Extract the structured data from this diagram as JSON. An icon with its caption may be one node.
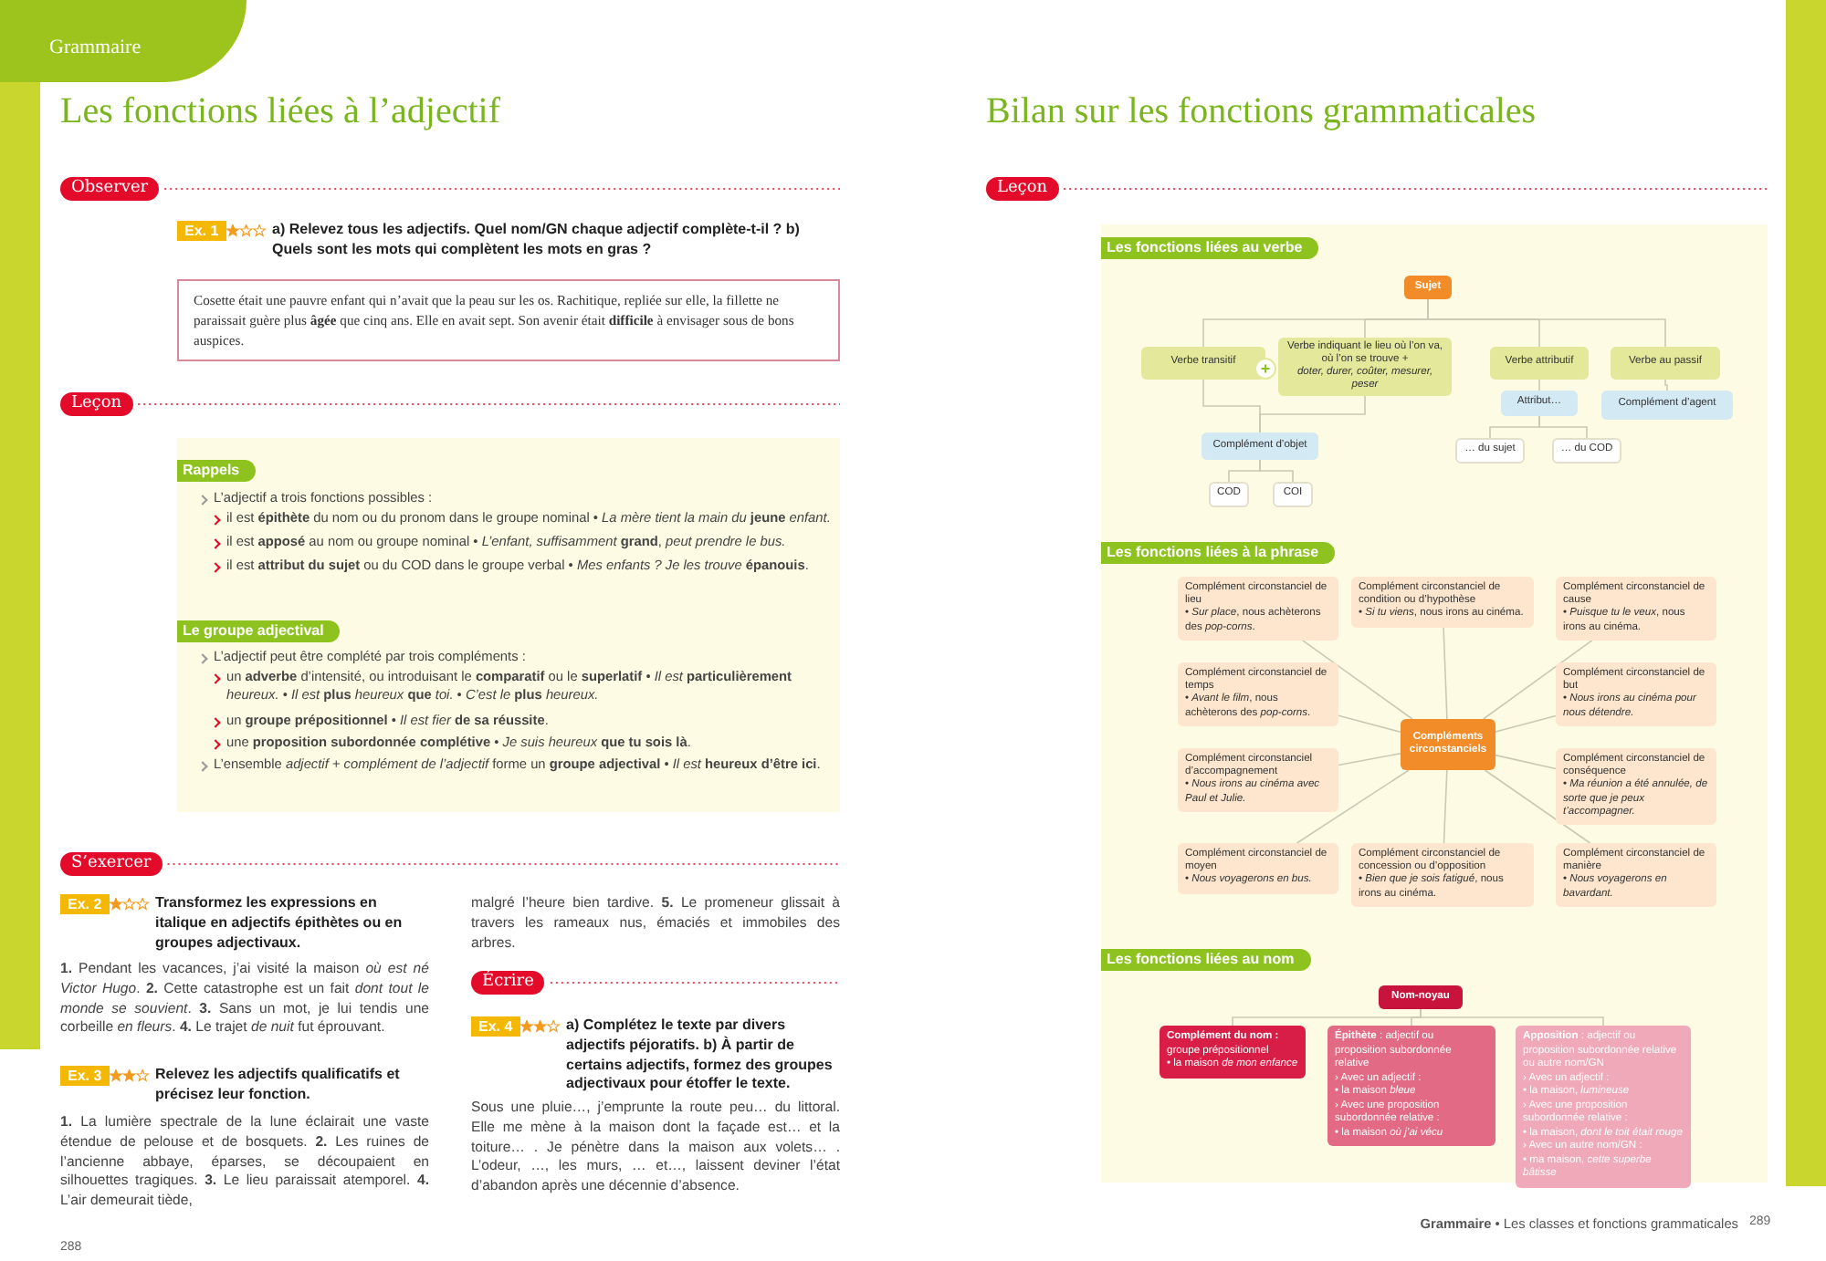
{
  "diagram": {
    "nodes": [
      {
        "text": [
          "Grammaire"
        ]
      },
      {
        "text": [
          "Observer"
        ]
      },
      {
        "text": [
          "Ex. 1"
        ]
      },
      {
        "text": [
          "Cosette était une pauvre enfant qui n’avait que la peau sur les os. Rachitique, repliée sur elle, la fillette ne paraissait guère plus **âgée** que cinq ans. Elle en avait sept. Son avenir était **difficile** à envisager sous de bons auspices."
        ]
      },
      {
        "text": [
          "Leçon"
        ]
      },
      {
        "text": [
          "Rappels"
        ]
      },
      {
        "text": [
          "Le groupe adjectival"
        ]
      },
      {
        "text": [
          "S’exercer"
        ]
      },
      {
        "text": [
          "Ex. 2"
        ]
      },
      {
        "text": [
          "Ex. 3"
        ]
      },
      {
        "text": [
          "Écrire"
        ]
      },
      {
        "text": [
          "Ex. 4"
        ]
      },
      {
        "text": [
          "Leçon"
        ]
      },
      {
        "text": [
          "Les fonctions liées au verbe"
        ]
      },
      {
        "text": [
          "Sujet"
        ]
      },
      {
        "text": [
          "Verbe transitif"
        ]
      },
      {
        "text": [
          "Verbe indiquant le lieu où l’on va, où l’on se trouve + *doter, durer, coûter, mesurer, peser*"
        ]
      },
      {
        "text": [
          "Verbe attributif"
        ]
      },
      {
        "text": [
          "Verbe au passif"
        ]
      },
      {
        "text": [
          "Attribut…"
        ]
      },
      {
        "text": [
          "Complément d’agent"
        ]
      },
      {
        "text": [
          "Complément d’objet"
        ]
      },
      {
        "text": [
          "… du sujet"
        ]
      },
      {
        "text": [
          "… du COD"
        ]
      },
      {
        "text": [
          "COD"
        ]
      },
      {
        "text": [
          "COI"
        ]
      },
      {
        "text": [
          "Les fonctions liées à la phrase"
        ]
      },
      {
        "text": [
          "Compléments circonstanciels"
        ]
      },
      {
        "text": [
          "Complément circonstanciel de lieu",
          "• *Sur place*, nous achèterons des *pop-corns*."
        ]
      },
      {
        "text": [
          "Complément circonstanciel de condition ou d’hypothèse",
          "• *Si tu viens*, nous irons au cinéma."
        ]
      },
      {
        "text": [
          "Complément circonstanciel de cause",
          "• *Puisque tu le veux*, nous irons au cinéma."
        ]
      },
      {
        "text": [
          "Complément circonstanciel de temps",
          "• *Avant le film*, nous achèterons des *pop-corns*."
        ]
      },
      {
        "text": [
          "Complément circonstanciel de but",
          "• *Nous irons au cinéma pour nous détendre.*"
        ]
      },
      {
        "text": [
          "Complément circonstanciel d’accompagnement",
          "• *Nous irons au cinéma avec Paul et Julie.*"
        ]
      },
      {
        "text": [
          "Complément circonstanciel de conséquence",
          "• *Ma réunion a été annulée, de sorte que je peux t’accompagner.*"
        ]
      },
      {
        "text": [
          "Complément circonstanciel de moyen",
          "• *Nous voyagerons en bus.*"
        ]
      },
      {
        "text": [
          "Complément circonstanciel de concession ou d’opposition",
          "• *Bien que je sois fatigué*, nous irons au cinéma."
        ]
      },
      {
        "text": [
          "Complément circonstanciel de manière",
          "• *Nous voyagerons en bavardant.*"
        ]
      },
      {
        "text": [
          "Les fonctions liées au nom"
        ]
      },
      {
        "text": [
          "Nom-noyau"
        ]
      },
      {
        "text": [
          "**Complément du nom :**",
          "groupe prépositionnel",
          "• la maison *de mon enfance*"
        ]
      },
      {
        "text": [
          "**Épithète** : adjectif ou proposition subordonnée relative",
          "› Avec un adjectif :",
          "• la maison *bleue*",
          "› Avec une proposition subordonnée relative :",
          "• la maison *où j’ai vécu*"
        ]
      },
      {
        "text": [
          "**Apposition** : adjectif ou proposition subordonnée relative ou autre nom/GN",
          "› Avec un adjectif :",
          "• la maison, *lumineuse*",
          "› Avec une proposition subordonnée relative :",
          "• la maison, *dont le toit était rouge*",
          "› Avec un autre nom/GN :",
          "• ma maison, *cette superbe bâtisse*"
        ]
      }
    ],
    "edges": [
      {
        "from": 14,
        "to": 15,
        "arrow": "none"
      },
      {
        "from": 14,
        "to": 16,
        "arrow": "none"
      },
      {
        "from": 14,
        "to": 17,
        "arrow": "none"
      },
      {
        "from": 14,
        "to": 18,
        "arrow": "none"
      },
      {
        "from": 15,
        "to": 21,
        "arrow": "none"
      },
      {
        "from": 16,
        "to": 21,
        "arrow": "none"
      },
      {
        "from": 17,
        "to": 19,
        "arrow": "none"
      },
      {
        "from": 18,
        "to": 20,
        "arrow": "none"
      },
      {
        "from": 19,
        "to": 22,
        "arrow": "none"
      },
      {
        "from": 19,
        "to": 23,
        "arrow": "none"
      },
      {
        "from": 21,
        "to": 24,
        "arrow": "none"
      },
      {
        "from": 21,
        "to": 25,
        "arrow": "none"
      },
      {
        "from": 27,
        "to": 28,
        "arrow": "none"
      },
      {
        "from": 27,
        "to": 29,
        "arrow": "none"
      },
      {
        "from": 27,
        "to": 30,
        "arrow": "none"
      },
      {
        "from": 27,
        "to": 31,
        "arrow": "none"
      },
      {
        "from": 27,
        "to": 32,
        "arrow": "none"
      },
      {
        "from": 27,
        "to": 33,
        "arrow": "none"
      },
      {
        "from": 27,
        "to": 34,
        "arrow": "none"
      },
      {
        "from": 27,
        "to": 35,
        "arrow": "none"
      },
      {
        "from": 27,
        "to": 36,
        "arrow": "none"
      },
      {
        "from": 27,
        "to": 37,
        "arrow": "none"
      },
      {
        "from": 39,
        "to": 40,
        "arrow": "none"
      },
      {
        "from": 39,
        "to": 41,
        "arrow": "none"
      },
      {
        "from": 39,
        "to": 42,
        "arrow": "none"
      }
    ],
    "labels": [
      "Les fonctions liées à l’adjectif",
      "a) Relevez tous les adjectifs. Quel nom/GN chaque adjectif complète-t-il ? b) Quels sont les mots qui complètent les mots en gras ?",
      "L’adjectif a trois fonctions possibles :",
      "il est **épithète** du nom ou du pronom dans le groupe nominal • *La mère tient la main du* **jeune** *enfant.*",
      "il est **apposé** au nom ou groupe nominal • *L’enfant, suffisamment* **grand**, *peut prendre le bus.*",
      "il est **attribut du sujet** ou du COD dans le groupe verbal • *Mes enfants ? Je les trouve* **épanouis**.",
      "L’adjectif peut être complété par trois compléments :",
      "un **adverbe** d’intensité, ou introduisant le **comparatif** ou le **superlatif** • *Il est* **particulièrement** *heureux.* • *Il est* **plus** *heureux* **que** *toi.* • *C’est le* **plus** *heureux.*",
      "un **groupe prépositionnel** • *Il est fier* **de sa réussite**.",
      "une **proposition subordonnée complétive** • *Je suis heureux* **que tu sois là**.",
      "L’ensemble *adjectif + complément de l’adjectif* forme un **groupe adjectival** • *Il est* **heureux d’être ici**.",
      "Transformez les expressions en italique en adjectifs épithètes ou en groupes adjectivaux.",
      "**1.** Pendant les vacances, j’ai visité la maison *où est né Victor Hugo*. **2.** Cette catastrophe est un fait *dont tout le monde se souvient*. **3.** Sans un mot, je lui tendis une corbeille *en fleurs*. **4.** Le trajet *de nuit* fut éprouvant.",
      "Relevez les adjectifs qualificatifs et précisez leur fonction.",
      "**1.** La lumière spectrale de la lune éclairait une vaste étendue de pelouse et de bosquets. **2.** Les ruines de l’ancienne abbaye, éparses, se découpaient en silhouettes tragiques. **3.** Le lieu paraissait atemporel. **4.** L’air demeurait tiède,",
      "malgré l’heure bien tardive. **5.** Le promeneur glissait à travers les rameaux nus, émaciés et immobiles des arbres.",
      "a) Complétez le texte par divers adjectifs péjoratifs. b) À partir de certains adjectifs, formez des groupes adjectivaux pour étoffer le texte.",
      "Sous une pluie…, j’emprunte la route peu… du littoral. Elle me mène à la maison dont la façade est… et la toiture… . Je pénètre dans la maison aux volets… . L’odeur, …, les murs, … et…, laissent deviner l’état d’abandon après une décennie d’absence.",
      "288",
      "Bilan sur les fonctions grammaticales",
      "+",
      "**Grammaire** • Les classes et fonctions grammaticales",
      "289"
    ]
  }
}
